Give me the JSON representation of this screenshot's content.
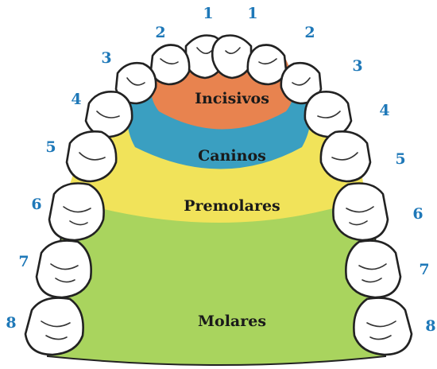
{
  "regions": {
    "incisivos": {
      "label": "Incisivos",
      "color": "#e8834f"
    },
    "caninos": {
      "label": "Caninos",
      "color": "#3a9fc1"
    },
    "premolares": {
      "label": "Premolares",
      "color": "#f1e35a"
    },
    "molares": {
      "label": "Molares",
      "color": "#a9d45e"
    }
  },
  "tooth_numbers": {
    "left": [
      "1",
      "2",
      "3",
      "4",
      "5",
      "6",
      "7",
      "8"
    ],
    "right": [
      "1",
      "2",
      "3",
      "4",
      "5",
      "6",
      "7",
      "8"
    ]
  },
  "colors": {
    "number_text": "#1e78b8",
    "tooth_fill": "#ffffff",
    "tooth_outline": "#222222",
    "outline": "#222222"
  }
}
